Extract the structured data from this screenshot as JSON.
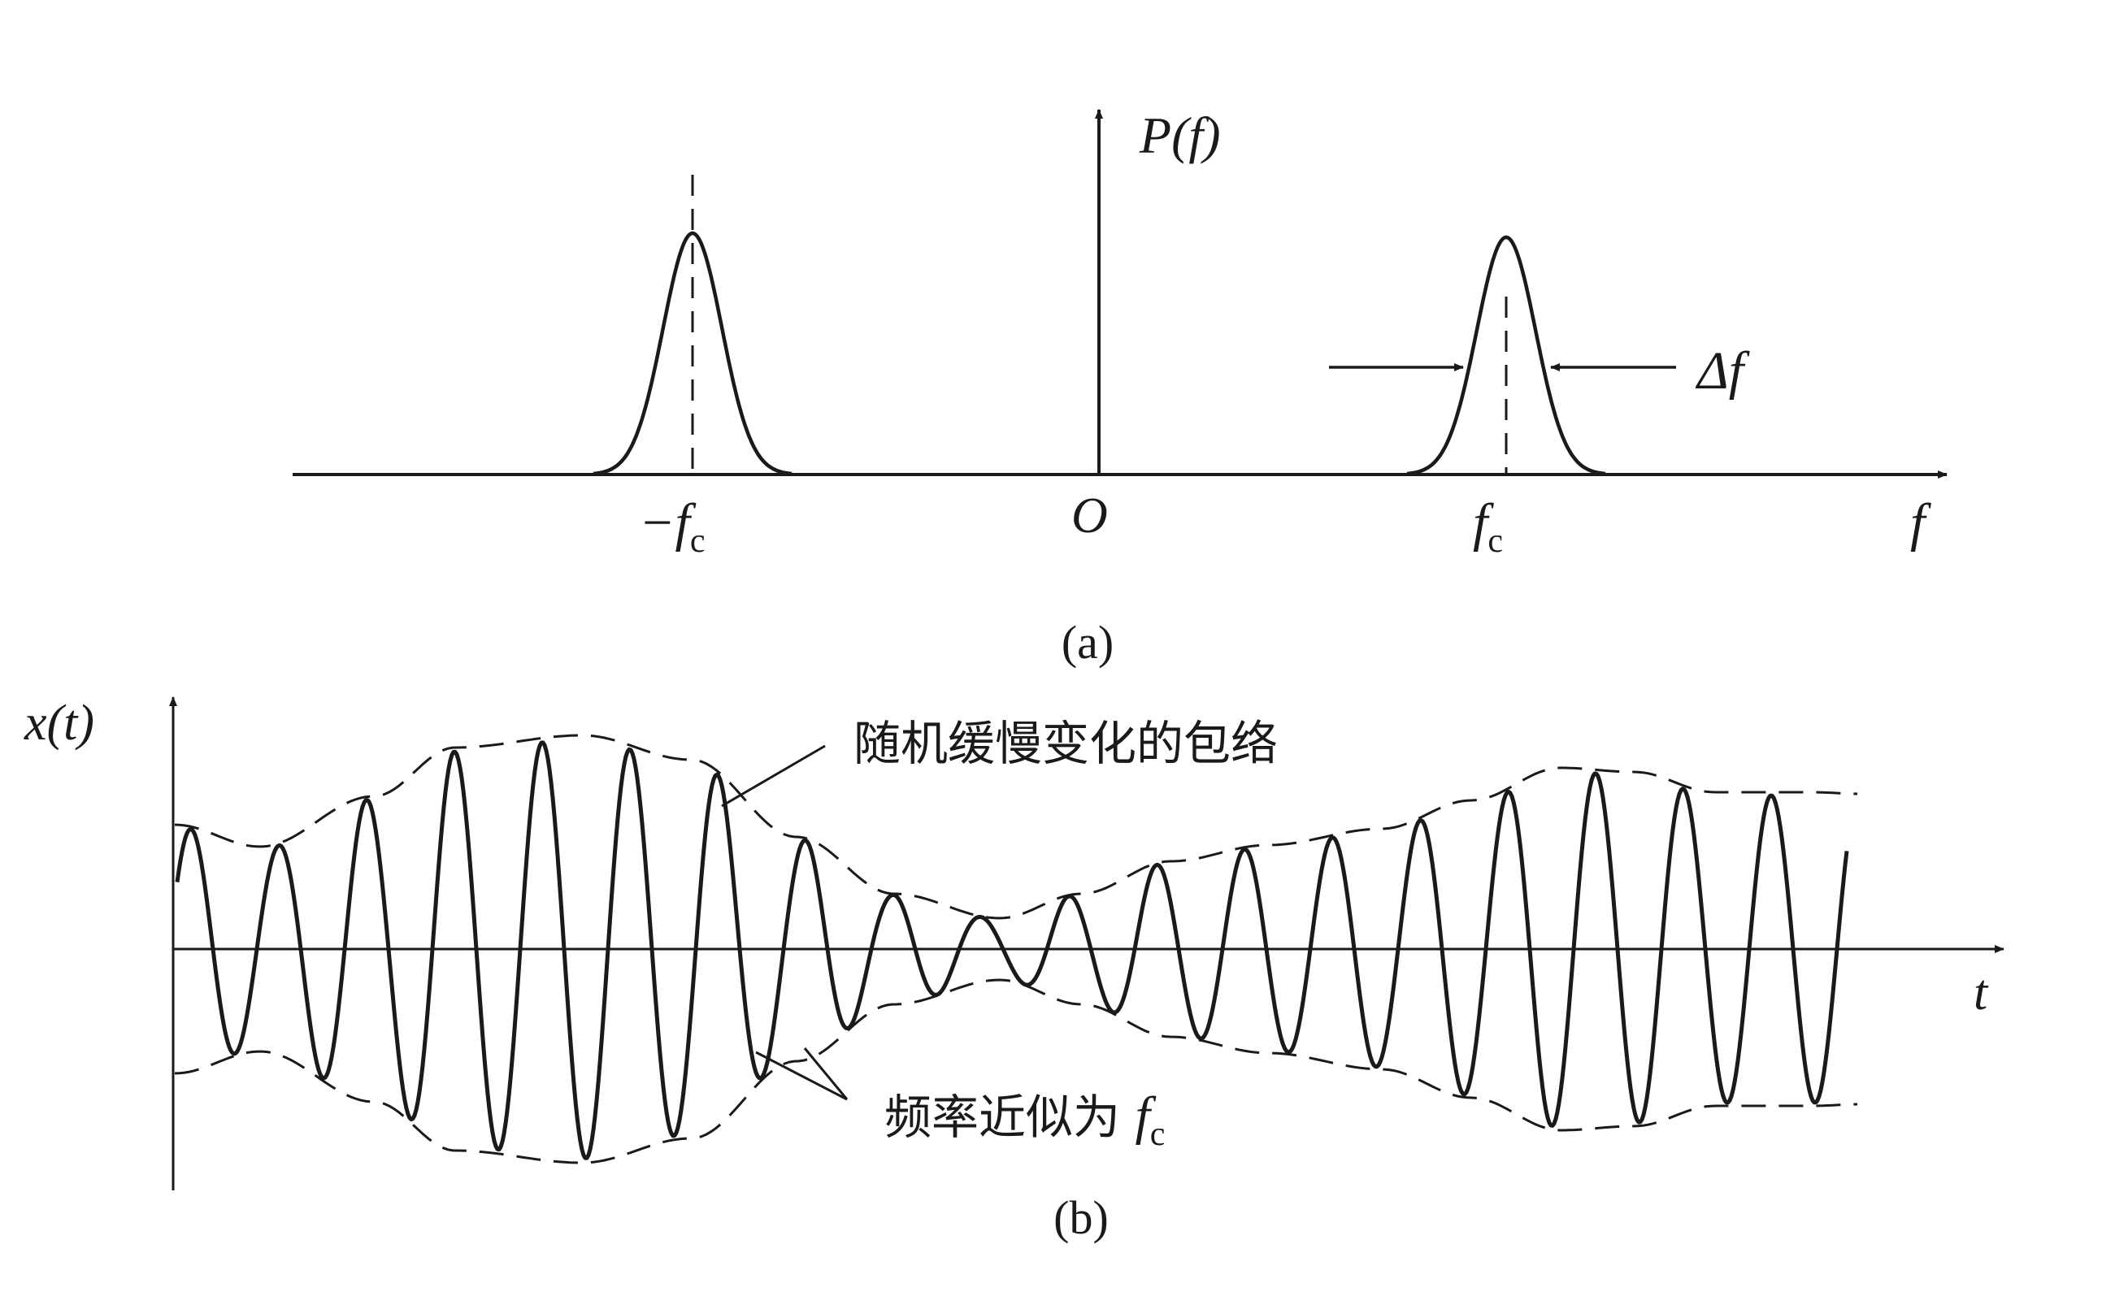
{
  "panel_a": {
    "y_axis_label": "P(f)",
    "x_axis_label": "f",
    "origin_label": "O",
    "neg_peak_label": "−f",
    "pos_peak_label": "f",
    "peak_subscript": "c",
    "bandwidth_label": "Δf",
    "caption": "(a)"
  },
  "panel_b": {
    "y_axis_label": "x(t)",
    "x_axis_label": "t",
    "envelope_annotation": "随机缓慢变化的包络",
    "frequency_annotation_prefix": "频率近似为 ",
    "frequency_annotation_symbol": "f",
    "frequency_annotation_subscript": "c",
    "caption": "(b)"
  },
  "colors": {
    "ink": "#1a1a1a",
    "background": "#ffffff"
  }
}
